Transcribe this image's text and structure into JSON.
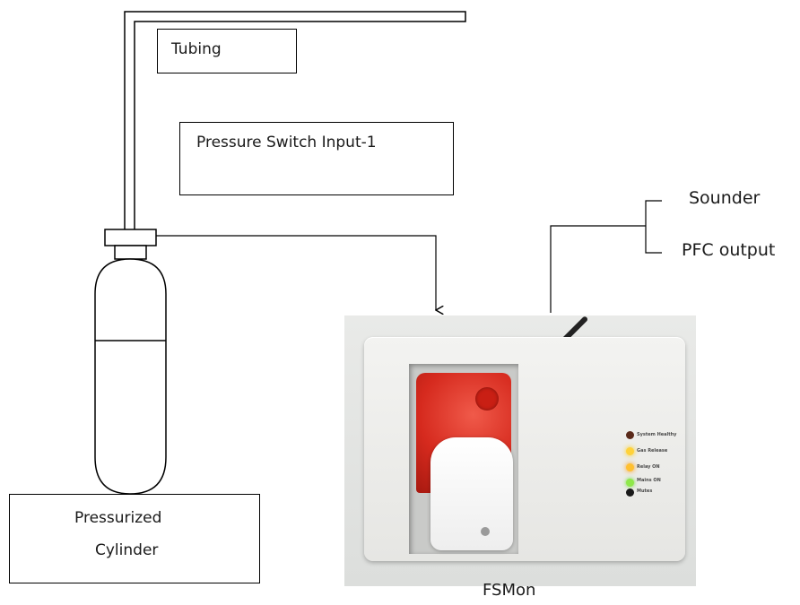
{
  "labels": {
    "tubing": "Tubing",
    "pressure_switch": "Pressure Switch Input-1",
    "cylinder_line1": "Pressurized",
    "cylinder_line2": "Cylinder",
    "sounder": "Sounder",
    "pfc_output": "PFC output",
    "device_name": "FSMon"
  },
  "device_panel": {
    "indicators": [
      {
        "caption": "System Healthy",
        "color": "#5a2a1a"
      },
      {
        "caption": "Gas Release",
        "color": "#ffd23a"
      },
      {
        "caption": "Relay ON",
        "color": "#ffc030"
      },
      {
        "caption": "Mains ON",
        "color": "#8fe84a"
      },
      {
        "caption": "Mutes",
        "color": "#1a1a1a"
      }
    ],
    "flasher_color": "#d62a1e"
  },
  "colors": {
    "line": "#000000",
    "background": "#ffffff"
  }
}
